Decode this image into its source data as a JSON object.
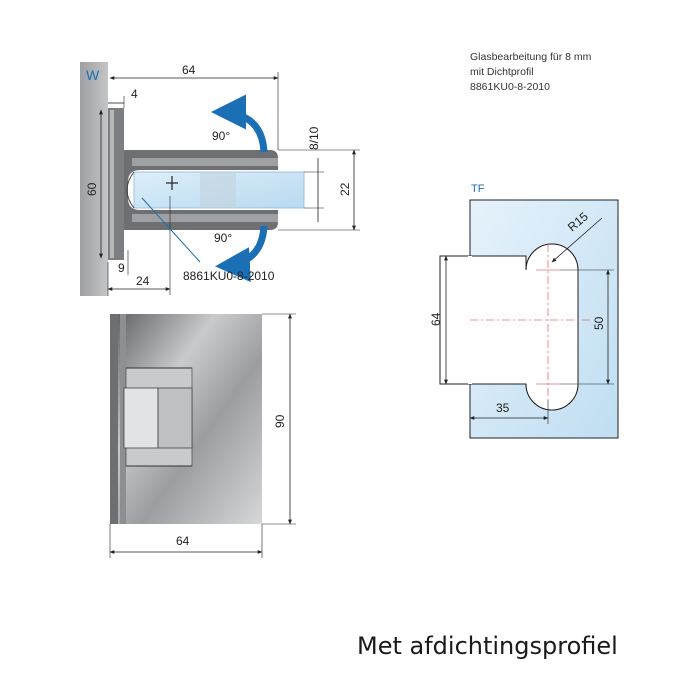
{
  "note": {
    "line1": "Glasbearbeitung für 8 mm",
    "line2": "mit Dichtprofil",
    "line3": "8861KU0-8-2010"
  },
  "top_view": {
    "wall_label": "W",
    "dim_width": "64",
    "dim_offset": "4",
    "dim_height": "60",
    "dim_glass": "8/10",
    "dim_depth": "22",
    "dim_bottom_left": "9",
    "dim_bottom": "24",
    "rotation_top": "90°",
    "rotation_bottom": "90°",
    "part_number": "8861KU0-8-2010"
  },
  "front_view": {
    "dim_height": "90",
    "dim_width": "64"
  },
  "cutout_view": {
    "label": "TF",
    "dim_radius": "R15",
    "dim_height": "64",
    "dim_inner": "50",
    "dim_depth": "35"
  },
  "caption": "Met afdichtingsprofiel",
  "colors": {
    "line": "#222222",
    "accent_blue": "#1a6fb5",
    "wall_gray": "#a9aaac",
    "glass_light": "#cfe6f5",
    "metal_dark": "#6e6f72",
    "center_line": "#e07070"
  }
}
